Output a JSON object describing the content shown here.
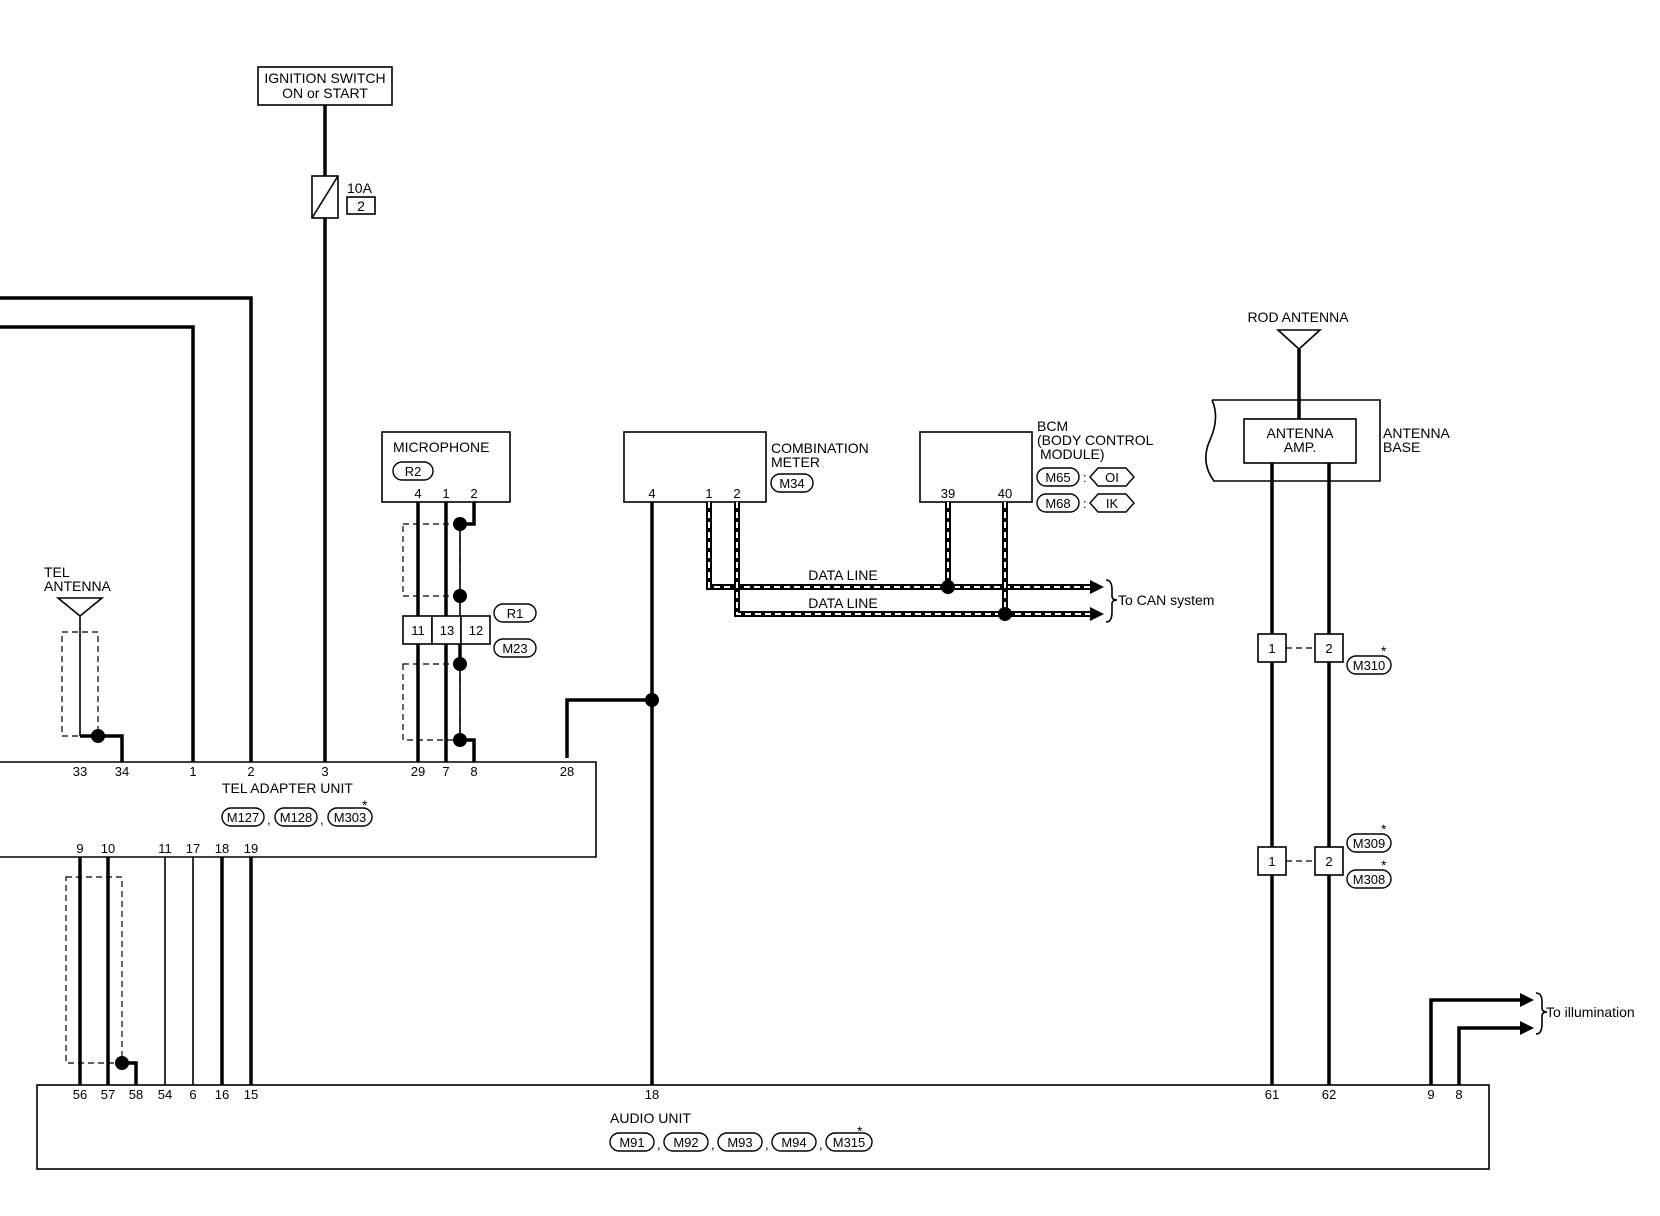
{
  "ignition": {
    "line1": "IGNITION SWITCH",
    "line2": "ON or START"
  },
  "fuse": {
    "rating": "10A",
    "number": "2"
  },
  "rod_antenna": {
    "label": "ROD ANTENNA"
  },
  "antenna_amp": {
    "line1": "ANTENNA",
    "line2": "AMP."
  },
  "antenna_base": {
    "line1": "ANTENNA",
    "line2": "BASE"
  },
  "microphone": {
    "title": "MICROPHONE",
    "connector": "R2",
    "pins": [
      "4",
      "1",
      "2"
    ]
  },
  "relay_connector": {
    "pins": [
      "11",
      "13",
      "12"
    ],
    "conn1": "R1",
    "conn2": "M23"
  },
  "combination_meter": {
    "line1": "COMBINATION",
    "line2": "METER",
    "connector": "M34",
    "pins": [
      "4",
      "1",
      "2"
    ]
  },
  "bcm": {
    "line1": "BCM",
    "line2": "(BODY CONTROL",
    "line3": "MODULE)",
    "conn1": "M65",
    "tag1": "OI",
    "conn2": "M68",
    "tag2": "IK",
    "colon": ":",
    "pins": [
      "39",
      "40"
    ]
  },
  "data_lines": {
    "label1": "DATA LINE",
    "label2": "DATA LINE",
    "destination": "To CAN system"
  },
  "tel_antenna": {
    "line1": "TEL",
    "line2": "ANTENNA"
  },
  "tel_adapter": {
    "title": "TEL ADAPTER UNIT",
    "connectors": [
      "M127",
      "M128",
      "M303"
    ],
    "top_pins": [
      "33",
      "34",
      "1",
      "2",
      "3",
      "29",
      "7",
      "8",
      "28"
    ],
    "bottom_pins": [
      "9",
      "10",
      "11",
      "17",
      "18",
      "19"
    ]
  },
  "splice_m310": {
    "pins": [
      "1",
      "2"
    ],
    "connector": "M310"
  },
  "splice_m309": {
    "pins": [
      "1",
      "2"
    ],
    "connector1": "M309",
    "connector2": "M308"
  },
  "audio_unit": {
    "title": "AUDIO UNIT",
    "connectors": [
      "M91",
      "M92",
      "M93",
      "M94",
      "M315"
    ],
    "pins": [
      "56",
      "57",
      "58",
      "54",
      "6",
      "16",
      "15",
      "18",
      "61",
      "62",
      "9",
      "8"
    ]
  },
  "illumination": {
    "destination": "To illumination"
  },
  "separator": ",",
  "asterisk": "*"
}
